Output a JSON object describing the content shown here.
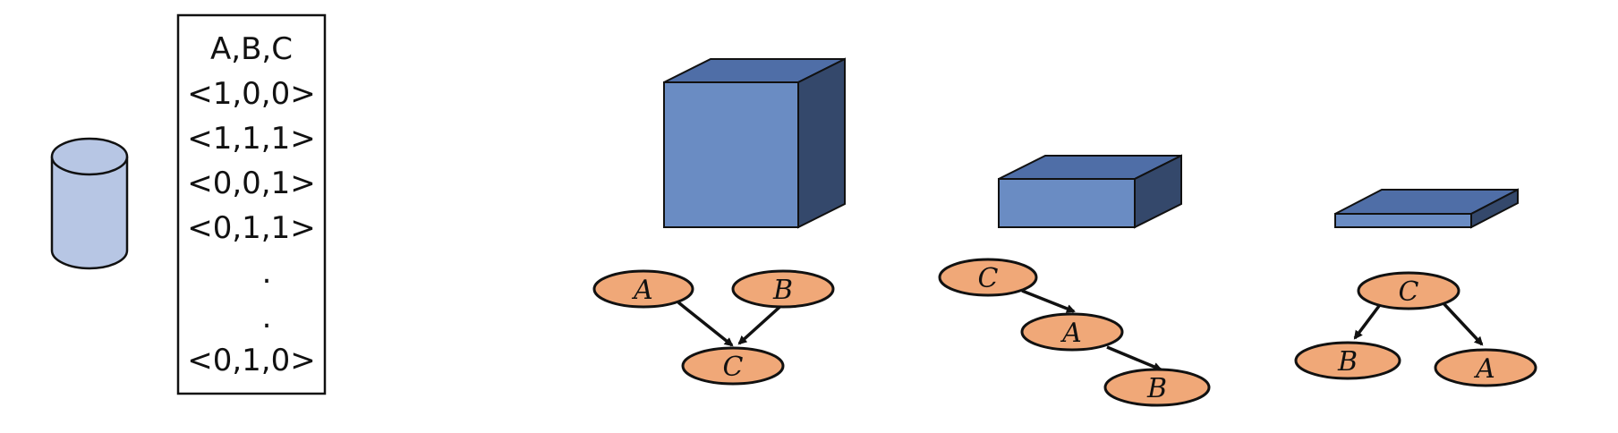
{
  "colors": {
    "cylinder_fill": "#b7c6e4",
    "cube_front": "#6a8cc3",
    "cube_top": "#4f6ea7",
    "cube_side": "#34486b",
    "node_fill": "#f0a878",
    "stroke": "#111111"
  },
  "table": {
    "header": "A,B,C",
    "rows": [
      "<1,0,0>",
      "<1,1,1>",
      "<0,0,1>",
      "<0,1,1>",
      ".",
      ".",
      "<0,1,0>"
    ]
  },
  "networks": [
    {
      "nodes": [
        "A",
        "B",
        "C"
      ]
    },
    {
      "nodes": [
        "C",
        "A",
        "B"
      ]
    },
    {
      "nodes": [
        "C",
        "B",
        "A"
      ]
    }
  ]
}
